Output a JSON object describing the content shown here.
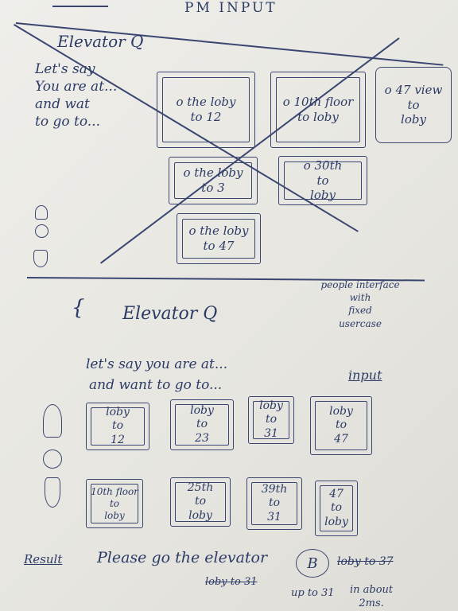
{
  "header": {
    "title": "PM INPUT"
  },
  "sketch_old": {
    "heading": "Elevator Q",
    "intro": "Let's say\nYou are at...\nand wat\nto go to...",
    "buttons": [
      {
        "label": "o the loby\nto 12"
      },
      {
        "label": "o 10th floor\nto loby"
      },
      {
        "label": "o 47 view\nto\nloby"
      },
      {
        "label": "o the loby\nto 3"
      },
      {
        "label": "o 30th\nto\nloby"
      },
      {
        "label": "o the loby\nto 47"
      }
    ]
  },
  "sketch_new": {
    "heading": "Elevator Q",
    "side_note": "people interface\nwith\nfixed\nusercase",
    "intro_line1": "let's say you are at...",
    "intro_line2": "and want to go to...",
    "input_label": "input",
    "row1": [
      {
        "label": "loby\nto\n12"
      },
      {
        "label": "loby\nto\n23"
      },
      {
        "label": "loby\nto\n31"
      },
      {
        "label": "loby\nto\n47"
      }
    ],
    "row2": [
      {
        "label": "10th floor\nto\nloby"
      },
      {
        "label": "25th\nto\nloby"
      },
      {
        "label": "39th\nto\n31"
      },
      {
        "label": "47\nto\nloby"
      }
    ]
  },
  "result": {
    "label": "Result",
    "message": "Please go the elevator",
    "elevator_letter": "B",
    "struck_text": "loby to 37",
    "struck_under": "loby to 31",
    "sub_note": "up to 31",
    "eta": "in about\n2ms."
  }
}
